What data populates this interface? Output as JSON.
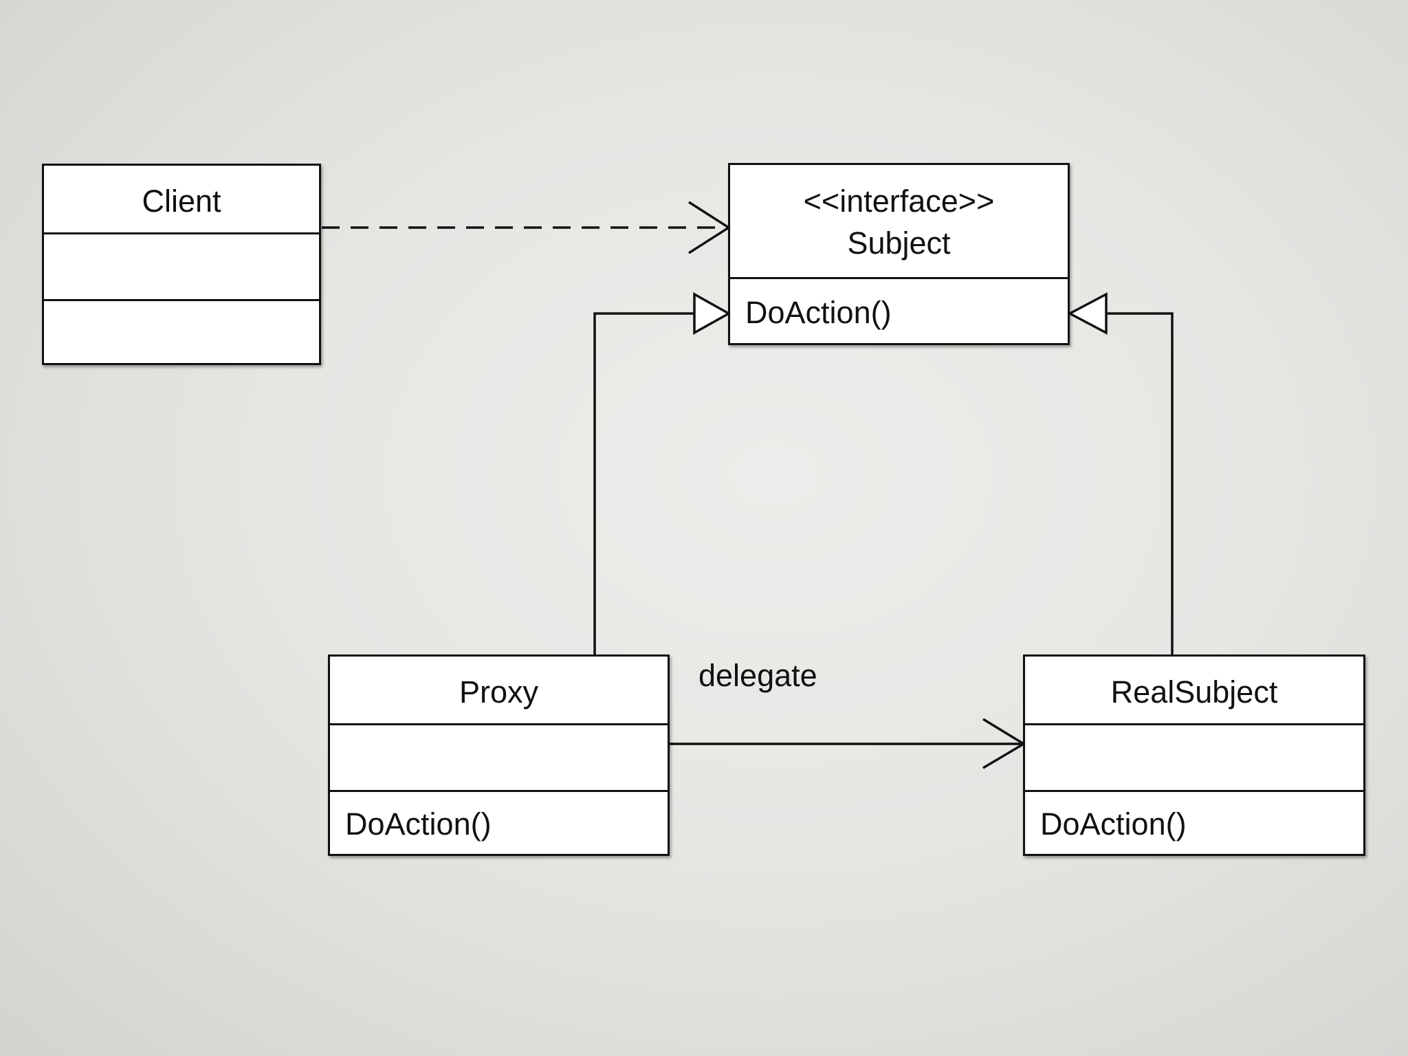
{
  "diagram": {
    "classes": {
      "client": {
        "name": "Client"
      },
      "subject": {
        "stereotype": "<<interface>>",
        "name": "Subject",
        "operation": "DoAction()"
      },
      "proxy": {
        "name": "Proxy",
        "operation": "DoAction()"
      },
      "real_subject": {
        "name": "RealSubject",
        "operation": "DoAction()"
      }
    },
    "relations": {
      "delegate_label": "delegate"
    }
  }
}
